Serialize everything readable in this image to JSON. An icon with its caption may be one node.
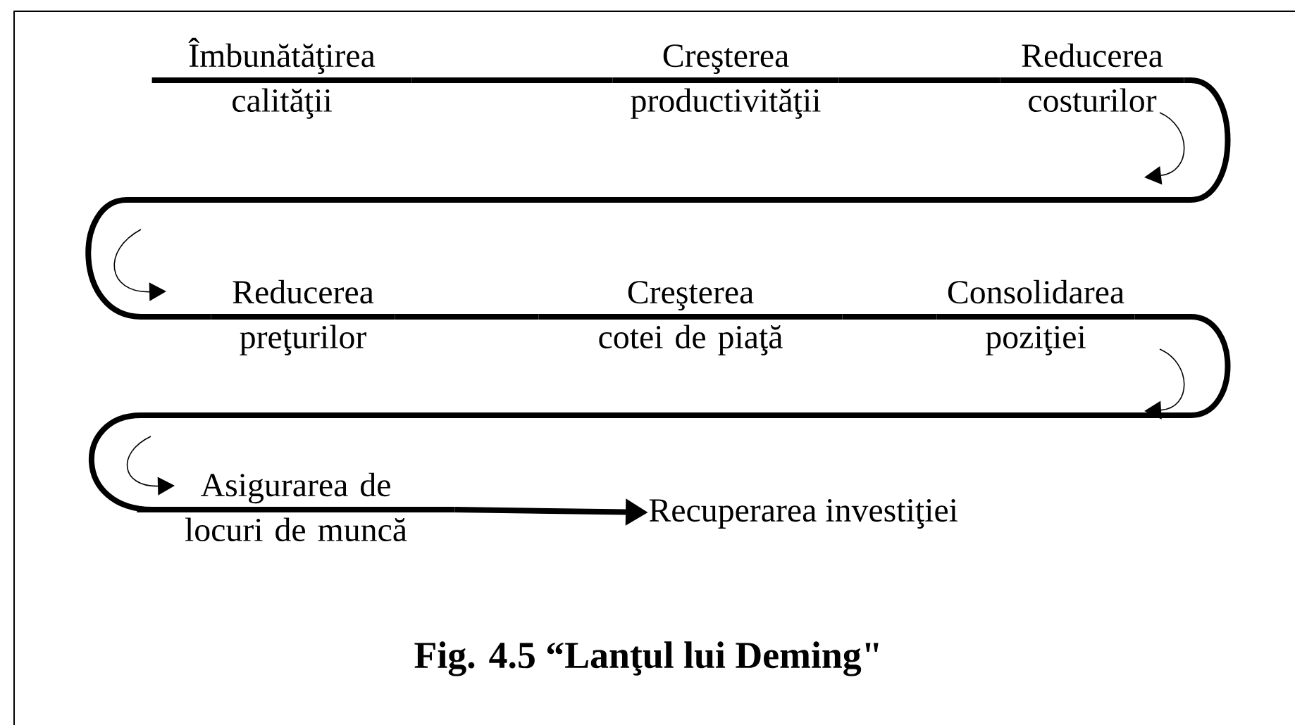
{
  "diagram": {
    "title": "Fig. 4.5  “Lanţul lui Deming\"",
    "nodes": [
      {
        "text": [
          "Îmbunătăţirea calităţii"
        ]
      },
      {
        "text": [
          "Creşterea productivităţii"
        ]
      },
      {
        "text": [
          "Reducerea costurilor"
        ]
      },
      {
        "text": [
          "Reducerea preţurilor"
        ]
      },
      {
        "text": [
          "Creşterea cotei de piaţă"
        ]
      },
      {
        "text": [
          "Consolidarea poziţiei"
        ]
      },
      {
        "text": [
          "Asigurarea de locuri de muncă"
        ]
      },
      {
        "text": [
          "Recuperarea investiţiei"
        ]
      }
    ],
    "edges": [
      {
        "from": 0,
        "to": 1,
        "arrow": "none"
      },
      {
        "from": 1,
        "to": 2,
        "arrow": "none"
      },
      {
        "from": 2,
        "to": 3,
        "arrow": "none"
      },
      {
        "from": 3,
        "to": 4,
        "arrow": "none"
      },
      {
        "from": 4,
        "to": 5,
        "arrow": "none"
      },
      {
        "from": 5,
        "to": 6,
        "arrow": "none"
      },
      {
        "from": 6,
        "to": 7,
        "arrow": "to"
      }
    ]
  }
}
